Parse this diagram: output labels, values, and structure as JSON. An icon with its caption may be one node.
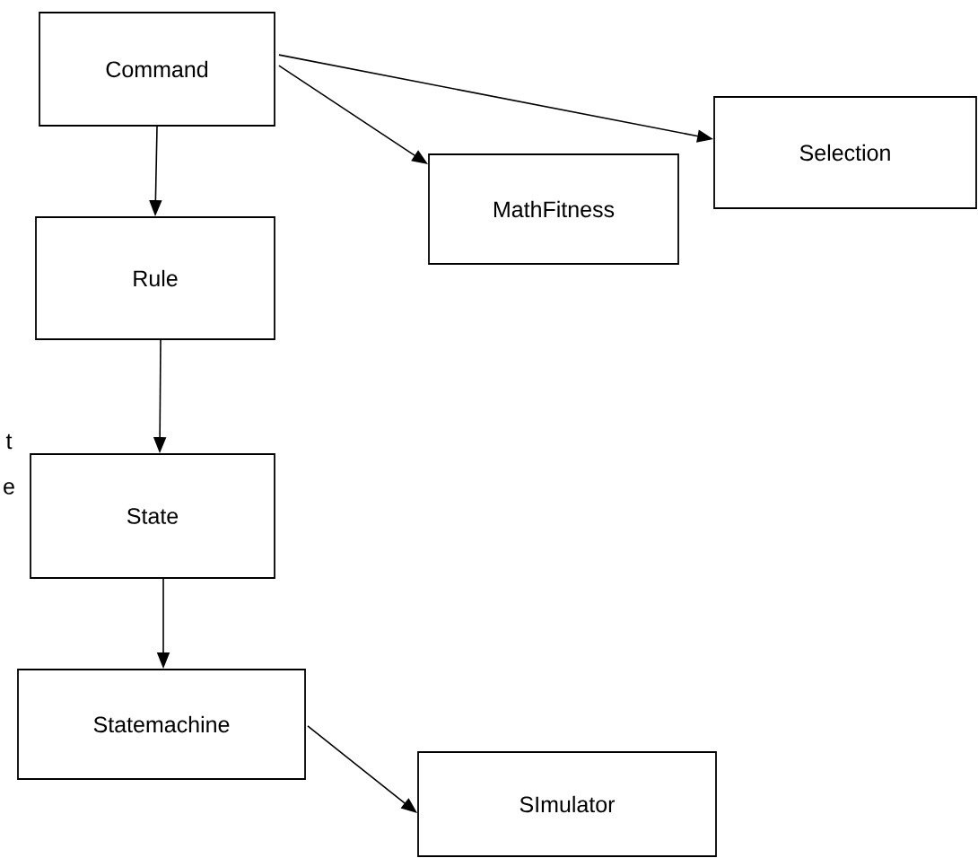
{
  "diagram": {
    "nodes": [
      {
        "text": [
          "Command"
        ]
      },
      {
        "text": [
          "Rule"
        ]
      },
      {
        "text": [
          "State"
        ]
      },
      {
        "text": [
          "Statemachine"
        ]
      },
      {
        "text": [
          "MathFitness"
        ]
      },
      {
        "text": [
          "Selection"
        ]
      },
      {
        "text": [
          "SImulator"
        ]
      }
    ],
    "edges": [
      {
        "from": 0,
        "to": 1,
        "arrow": "to"
      },
      {
        "from": 0,
        "to": 4,
        "arrow": "to"
      },
      {
        "from": 0,
        "to": 5,
        "arrow": "to"
      },
      {
        "from": 1,
        "to": 2,
        "arrow": "to"
      },
      {
        "from": 2,
        "to": 3,
        "arrow": "to"
      },
      {
        "from": 3,
        "to": 6,
        "arrow": "to"
      }
    ],
    "labels": [
      "t",
      "e"
    ]
  }
}
